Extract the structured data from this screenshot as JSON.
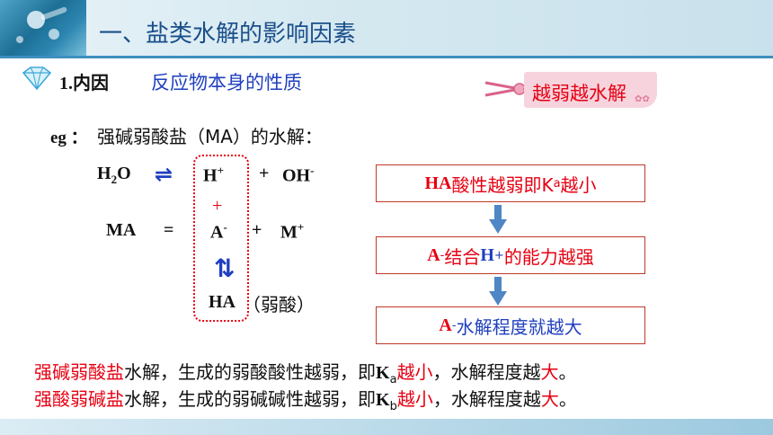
{
  "title": "一、盐类水解的影响因素",
  "section": {
    "label": "1.内因",
    "desc": "反应物本身的性质"
  },
  "tag": {
    "text": "越弱越水解"
  },
  "eg": {
    "label": "eg ：",
    "text": "强碱弱酸盐（MA）的水解："
  },
  "eq1": {
    "h2o_h": "H",
    "h2o_2": "2",
    "h2o_o": "O",
    "arrow": "⇌",
    "h": "H",
    "h_sup": "+",
    "plus": "+",
    "oh": "OH",
    "oh_sup": "-"
  },
  "plus_red": "+",
  "eq2": {
    "ma": "MA",
    "eq": "=",
    "a": "A",
    "a_sup": "-",
    "plus": "+",
    "m": "M",
    "m_sup": "+"
  },
  "eq3": {
    "arrow": "⇅",
    "ha": "HA",
    "weak": "（弱酸）"
  },
  "box1": {
    "ha": "HA",
    "mid": "酸性越弱即K",
    "sub": "a",
    "end": "越小"
  },
  "box2": {
    "a": "A",
    "a_sup": "-",
    "mid": "结合",
    "h": "H",
    "h_sup": "+",
    "end": "的能力越强"
  },
  "box3": {
    "a": "A",
    "a_sup": "-",
    "end": "水解程度就越大"
  },
  "line1": {
    "p1": "强碱弱酸盐",
    "p2": "水解，生成的弱酸酸性越弱，即",
    "k": "K",
    "k_sub": "a",
    "p3": "越小",
    "p4": "，水解程度越",
    "p5": "大",
    "p6": "。"
  },
  "line2": {
    "p1": "强酸弱碱盐",
    "p2": "水解，生成的弱碱碱性越弱，即",
    "k": "K",
    "k_sub": "b",
    "p3": "越小",
    "p4": "，水解程度越",
    "p5": "大",
    "p6": "。"
  },
  "colors": {
    "title": "#1a4f8a",
    "red": "#e60012",
    "blue": "#1f3fbf",
    "arrow": "#4f86c6",
    "tag": "#f7d4dd"
  }
}
